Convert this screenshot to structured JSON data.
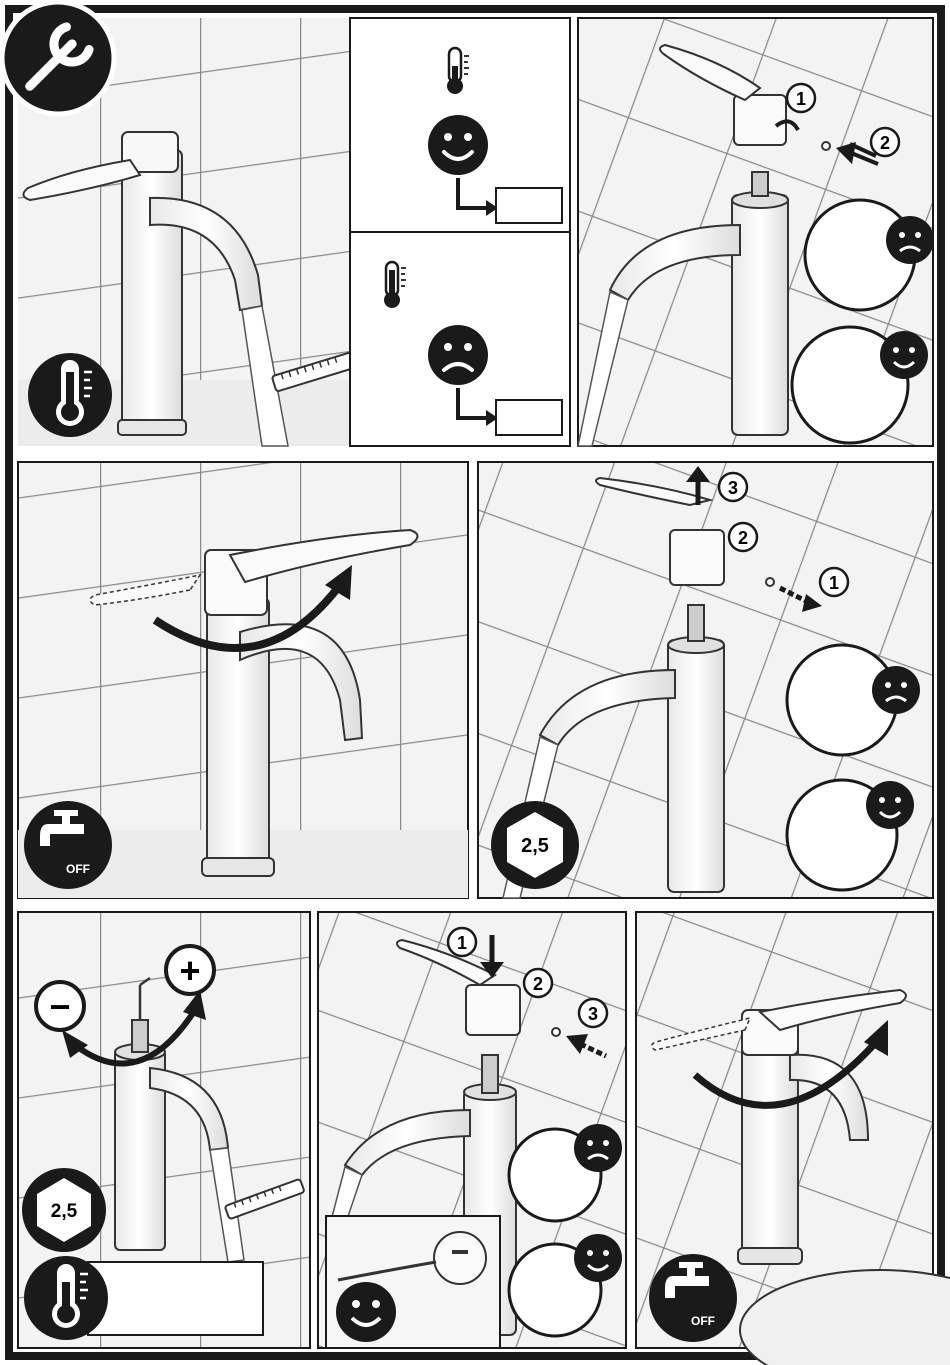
{
  "page": {
    "title": "Thermostatic single-lever mixer – temperature limit adjustment",
    "colors": {
      "ink": "#1a1a1a",
      "bg": "#ffffff",
      "tile": "#f2f2f2",
      "grout": "#7d7d7d"
    }
  },
  "icons": {
    "tool": "wrench-icon",
    "temperature": "thermometer-icon",
    "water": "tap-off-icon",
    "hex": "hex-key-icon",
    "good": "smile-icon",
    "bad": "frown-icon"
  },
  "labels": {
    "off": "OFF",
    "hex_size": "2,5",
    "plus": "+",
    "minus": "−"
  },
  "steps": {
    "s1": "1",
    "s2": "2",
    "s3": "3"
  },
  "boxes": {
    "ok_value": "",
    "bad_value": "",
    "temp_note": ""
  }
}
